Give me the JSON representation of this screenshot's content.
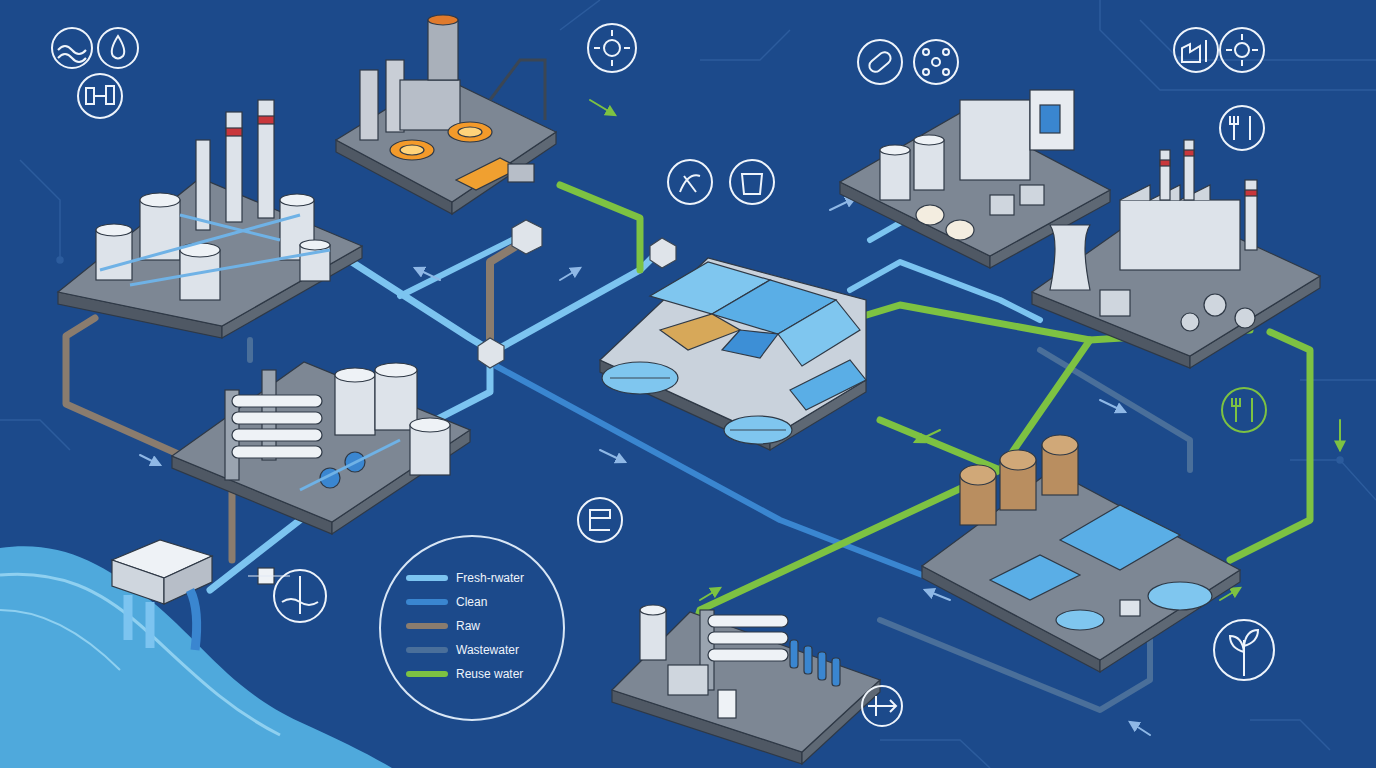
{
  "diagram": {
    "legend": [
      {
        "text": "Fresh-rwater",
        "color": "#7cc4f0"
      },
      {
        "text": "Clean",
        "color": "#3a86d0"
      },
      {
        "text": "Raw",
        "color": "#8a7c6e"
      },
      {
        "text": "Wastewater",
        "color": "#4a6f9a"
      },
      {
        "text": "Reuse water",
        "color": "#7dc242"
      }
    ]
  }
}
